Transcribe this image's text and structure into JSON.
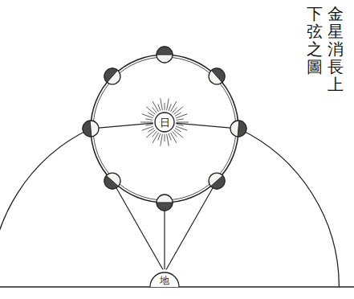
{
  "diagram": {
    "nodes": [
      {
        "text": [
          "日"
        ]
      },
      {
        "text": [
          "地"
        ]
      }
    ],
    "labels": [
      "金星消長上",
      "下弦之圖"
    ]
  }
}
